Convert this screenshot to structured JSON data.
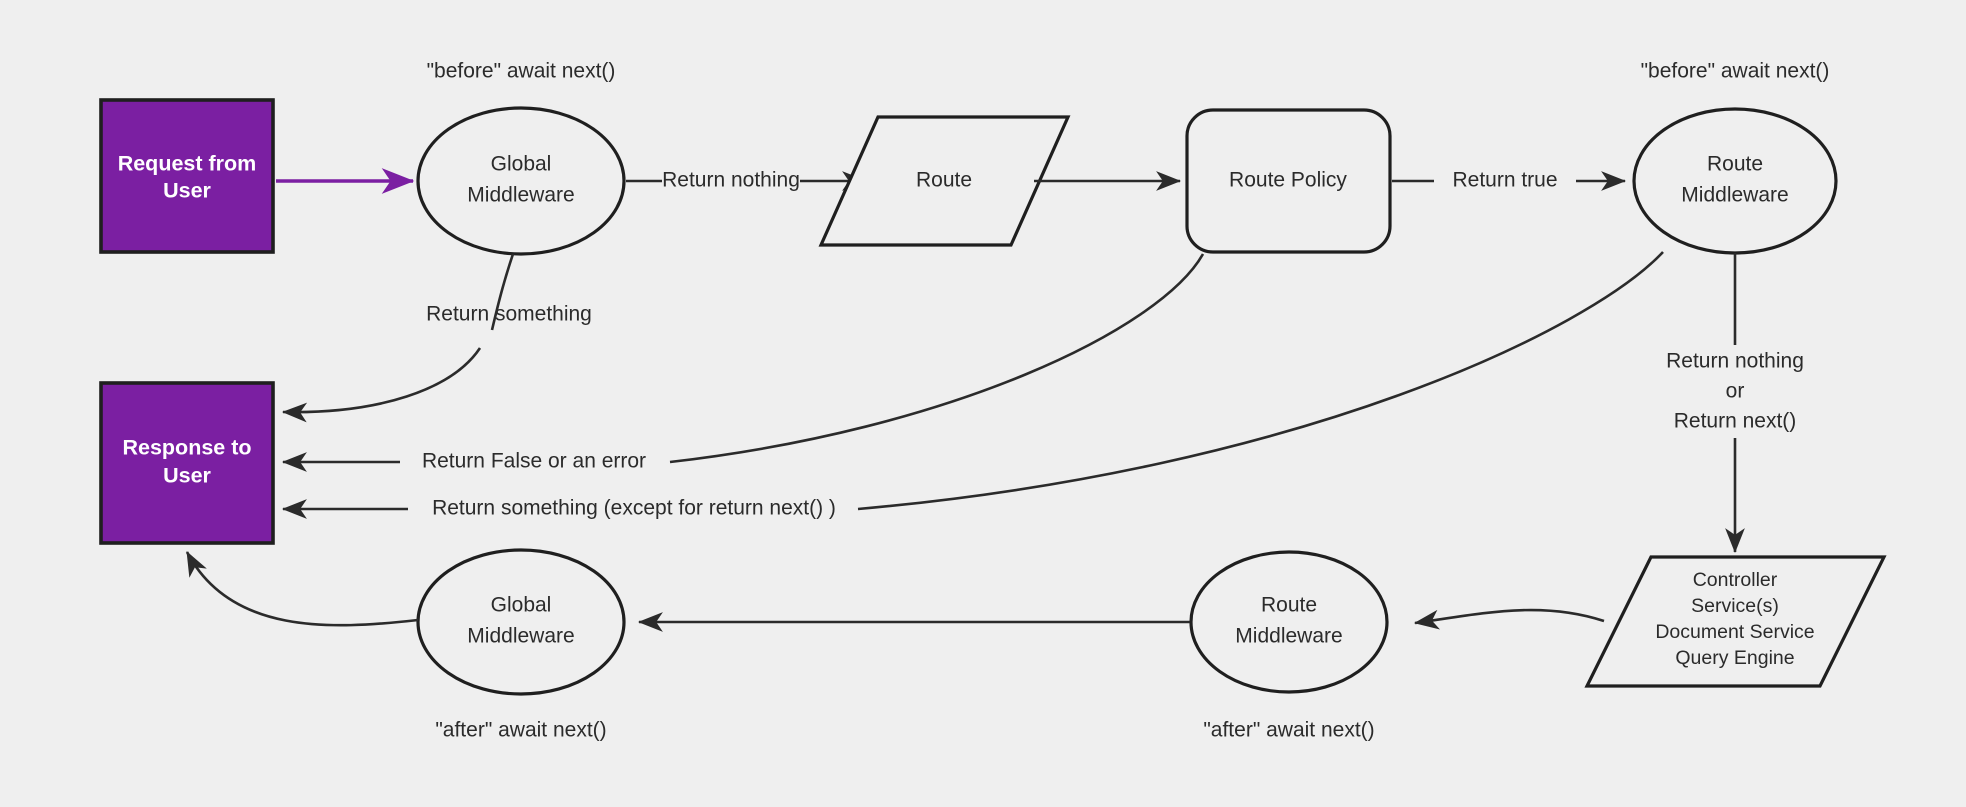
{
  "diagram": {
    "title": "Request / Response middleware pipeline",
    "background_color": "#efefef",
    "accent_color": "#7b1fa2",
    "line_color": "#2b2b2b",
    "nodes": {
      "request_box": {
        "label_line1": "Request from",
        "label_line2": "User",
        "shape": "rectangle",
        "fill": "#7b1fa2"
      },
      "response_box": {
        "label_line1": "Response to",
        "label_line2": "User",
        "shape": "rectangle",
        "fill": "#7b1fa2"
      },
      "global_mw_top": {
        "label_line1": "Global",
        "label_line2": "Middleware",
        "shape": "ellipse"
      },
      "route": {
        "label": "Route",
        "shape": "parallelogram"
      },
      "route_policy": {
        "label": "Route Policy",
        "shape": "rounded-rectangle"
      },
      "route_mw_top": {
        "label_line1": "Route",
        "label_line2": "Middleware",
        "shape": "ellipse"
      },
      "handler": {
        "line1": "Controller",
        "line2": "Service(s)",
        "line3": "Document Service",
        "line4": "Query Engine",
        "shape": "parallelogram"
      },
      "route_mw_bottom": {
        "label_line1": "Route",
        "label_line2": "Middleware",
        "shape": "ellipse"
      },
      "global_mw_bottom": {
        "label_line1": "Global",
        "label_line2": "Middleware",
        "shape": "ellipse"
      }
    },
    "annotations": {
      "before_global": "\"before\" await next()",
      "before_route": "\"before\" await next()",
      "after_global": "\"after\" await next()",
      "after_route": "\"after\" await next()"
    },
    "edges": {
      "request_to_global": "",
      "global_return_nothing": "Return nothing",
      "route_to_policy": "",
      "policy_return_true": "Return true",
      "global_return_something": "Return something",
      "policy_return_false": "Return False or an error",
      "route_mw_return_something": "Return something (except for return next() )",
      "route_mw_pass_line1": "Return nothing",
      "route_mw_pass_line2": "or",
      "route_mw_pass_line3": "Return next()",
      "handler_to_route_mw": "",
      "route_mw_to_global_mw": "",
      "global_mw_to_response": ""
    }
  }
}
